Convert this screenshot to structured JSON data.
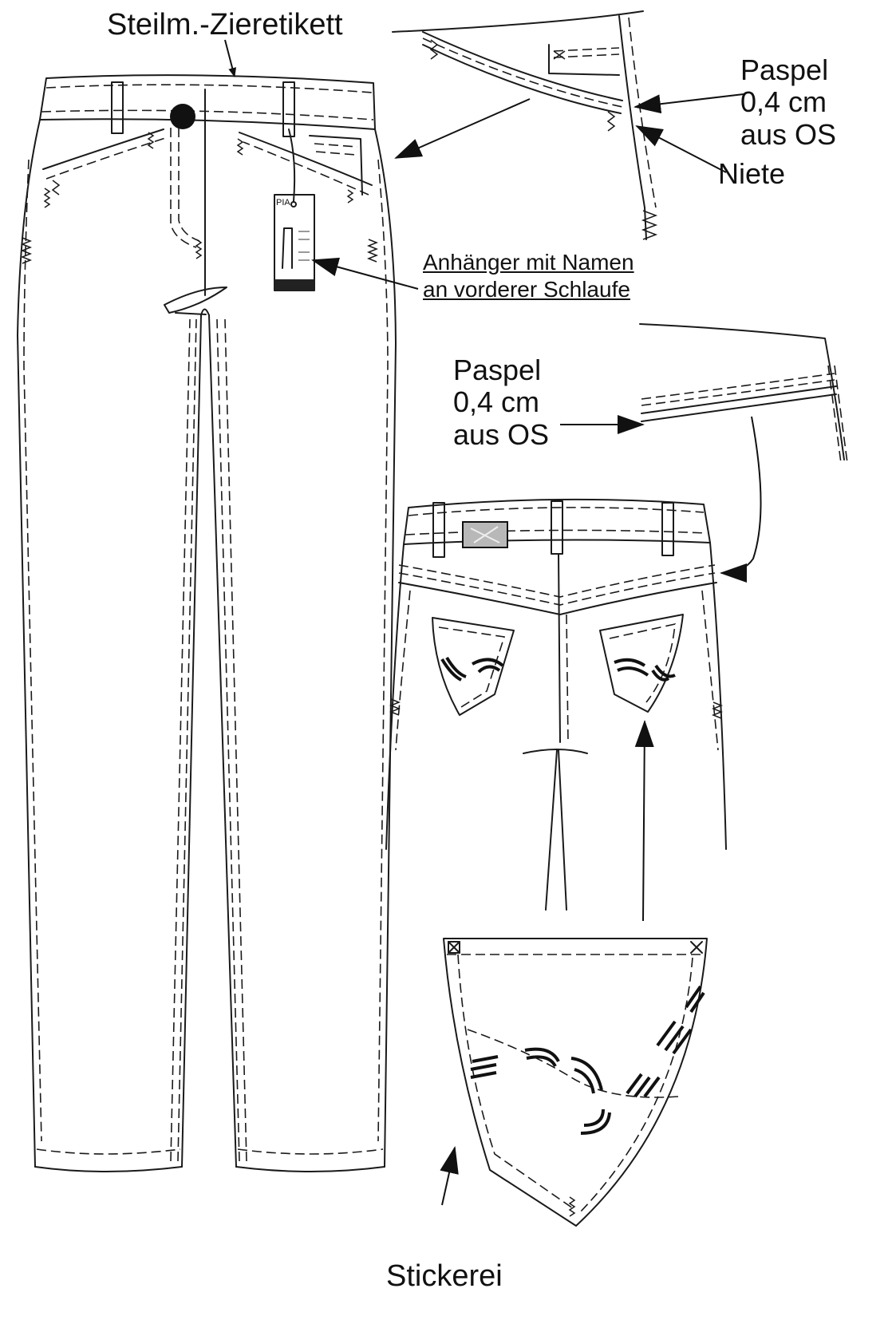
{
  "labels": {
    "steilm": "Steilm.-Zieretikett",
    "paspel_top": [
      "Paspel",
      "0,4 cm",
      "aus OS"
    ],
    "niete": "Niete",
    "anhaenger": [
      "Anhänger mit Namen",
      "an vorderer Schlaufe"
    ],
    "paspel_mid": [
      "Paspel",
      "0,4 cm",
      "aus OS"
    ],
    "stickerei": "Stickerei"
  },
  "hangtag": {
    "brand": "PIA"
  }
}
